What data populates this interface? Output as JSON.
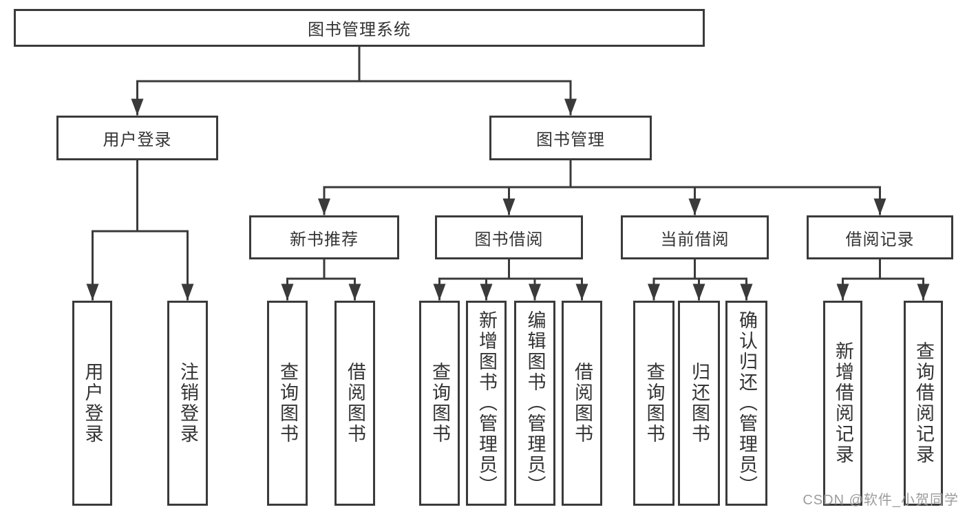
{
  "nodes": {
    "root": "图书管理系统",
    "user_login": "用户登录",
    "book_mgmt": "图书管理",
    "new_book_rec": "新书推荐",
    "book_borrow": "图书借阅",
    "current_borrow": "当前借阅",
    "borrow_record": "借阅记录",
    "leaf_user_login": "用户登录",
    "leaf_logout": "注销登录",
    "leaf_nbr_query": "查询图书",
    "leaf_nbr_borrow": "借阅图书",
    "leaf_bb_query": "查询图书",
    "leaf_bb_add": "新增图书（管理员）",
    "leaf_bb_edit": "编辑图书（管理员）",
    "leaf_bb_borrow": "借阅图书",
    "leaf_cb_query": "查询图书",
    "leaf_cb_return": "归还图书",
    "leaf_cb_confirm": "确认归还（管理员）",
    "leaf_br_add": "新增借阅记录",
    "leaf_br_query": "查询借阅记录"
  },
  "watermark": {
    "text": "CSDN @软件_小贺同学"
  },
  "colors": {
    "line": "#3a3a3a",
    "text": "#333333",
    "background": "#ffffff",
    "watermark": "#9c9c9c"
  }
}
